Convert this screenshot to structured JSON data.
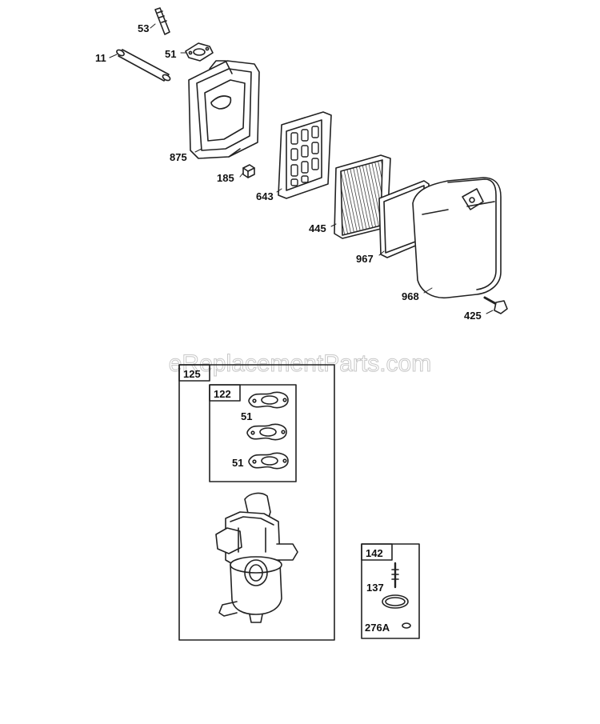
{
  "watermark": "eReplacementParts.com",
  "callouts": {
    "p53": "53",
    "p11": "11",
    "p51_top": "51",
    "p875": "875",
    "p185": "185",
    "p643": "643",
    "p445": "445",
    "p967": "967",
    "p968": "968",
    "p425": "425",
    "p51_a": "51",
    "p51_b": "51",
    "p137": "137",
    "p276a": "276A"
  },
  "kits": {
    "k125": "125",
    "k122": "122",
    "k142": "142"
  }
}
